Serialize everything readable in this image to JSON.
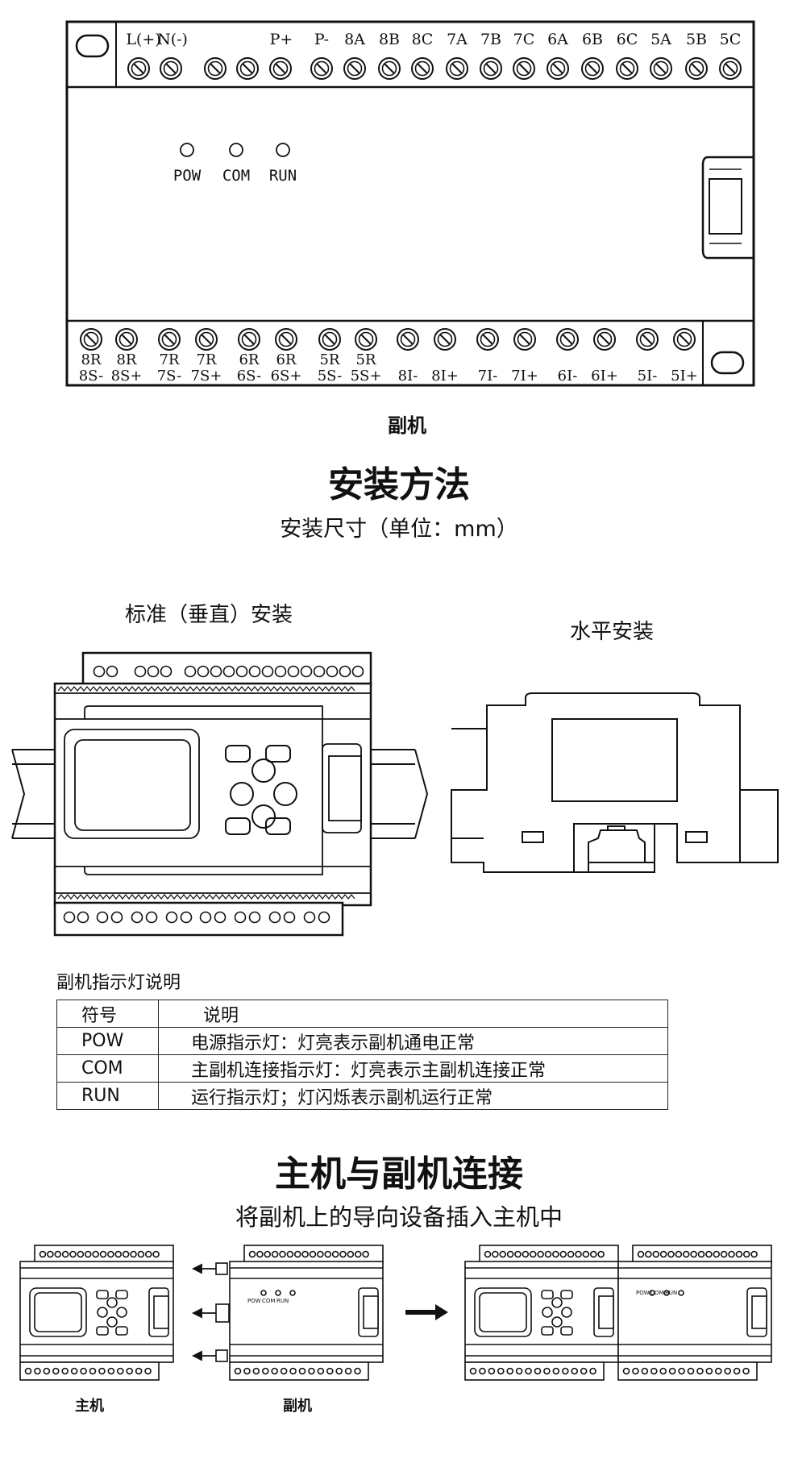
{
  "top_panel": {
    "top_terminals": [
      "L(+)",
      "N(-)",
      "P+",
      "P-",
      "8A",
      "8B",
      "8C",
      "7A",
      "7B",
      "7C",
      "6A",
      "6B",
      "6C",
      "5A",
      "5B",
      "5C"
    ],
    "bottom_terminals": [
      [
        "8R",
        "8S-"
      ],
      [
        "8R",
        "8S+"
      ],
      [
        "7R",
        "7S-"
      ],
      [
        "7R",
        "7S+"
      ],
      [
        "6R",
        "6S-"
      ],
      [
        "6R",
        "6S+"
      ],
      [
        "5R",
        "5S-"
      ],
      [
        "5R",
        "5S+"
      ],
      [
        "",
        "8I-"
      ],
      [
        "",
        "8I+"
      ],
      [
        "",
        "7I-"
      ],
      [
        "",
        "7I+"
      ],
      [
        "",
        "6I-"
      ],
      [
        "",
        "6I+"
      ],
      [
        "",
        "5I-"
      ],
      [
        "",
        "5I+"
      ]
    ],
    "leds": [
      "POW",
      "COM",
      "RUN"
    ],
    "caption": "副机"
  },
  "install": {
    "title": "安装方法",
    "subtitle": "安装尺寸（单位：mm）",
    "vertical_label": "标准（垂直）安装",
    "horizontal_label": "水平安装"
  },
  "led_table": {
    "caption": "副机指示灯说明",
    "headers": [
      "符号",
      "说明"
    ],
    "rows": [
      [
        "POW",
        "电源指示灯：灯亮表示副机通电正常"
      ],
      [
        "COM",
        "主副机连接指示灯：灯亮表示主副机连接正常"
      ],
      [
        "RUN",
        "运行指示灯；灯闪烁表示副机运行正常"
      ]
    ]
  },
  "connect": {
    "title": "主机与副机连接",
    "subtitle": "将副机上的导向设备插入主机中",
    "host_label": "主机",
    "slave_label": "副机",
    "mini_leds": [
      "POW",
      "COM",
      "RUN"
    ]
  }
}
